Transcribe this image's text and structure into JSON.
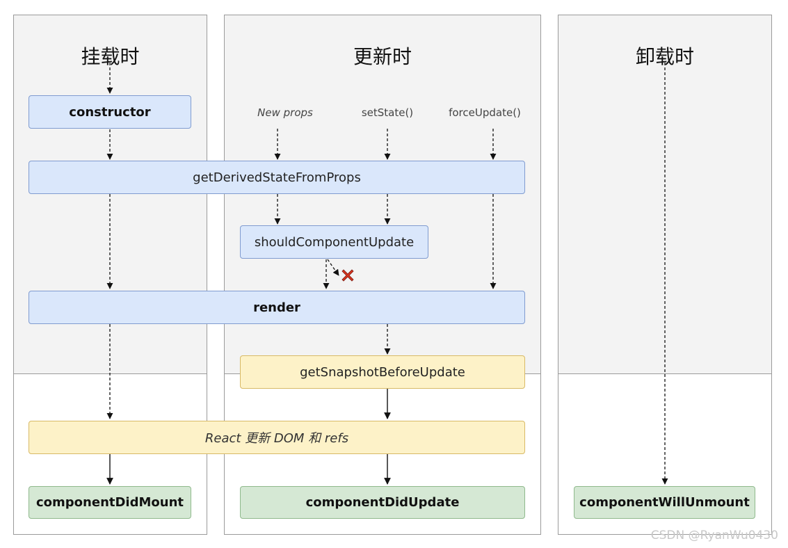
{
  "panels": {
    "mount": {
      "title": "挂载时"
    },
    "update": {
      "title": "更新时"
    },
    "unmount": {
      "title": "卸载时"
    }
  },
  "triggers": {
    "new_props": "New props",
    "set_state": "setState()",
    "force_update": "forceUpdate()"
  },
  "methods": {
    "constructor": "constructor",
    "get_derived_state": "getDerivedStateFromProps",
    "should_update": "shouldComponentUpdate",
    "render": "render",
    "get_snapshot": "getSnapshotBeforeUpdate",
    "react_updates": "React 更新 DOM 和 refs",
    "did_mount": "componentDidMount",
    "did_update": "componentDidUpdate",
    "will_unmount": "componentWillUnmount"
  },
  "colors": {
    "render_phase_box": "#dae7fb",
    "commit_prep_box": "#fdf2c8",
    "commit_box": "#d5e8d4",
    "cancel_mark": "#d9341f"
  },
  "watermark": "CSDN @RyanWu0430"
}
